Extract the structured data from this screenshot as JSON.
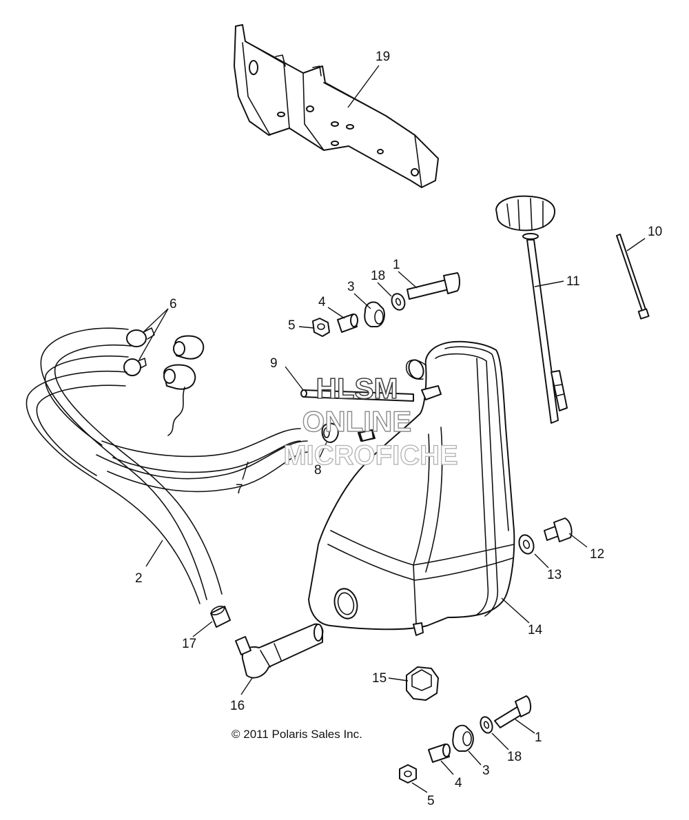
{
  "callouts": [
    "19",
    "10",
    "11",
    "1",
    "18",
    "3",
    "4",
    "5",
    "6",
    "9",
    "8",
    "7",
    "2",
    "12",
    "13",
    "14",
    "17",
    "16",
    "15",
    "1",
    "18",
    "3",
    "4",
    "5"
  ],
  "copyright": "© 2011 Polaris Sales Inc.",
  "watermark": {
    "line1": "HLSM",
    "line2": "ONLINE",
    "line3": "MICROFICHE"
  },
  "colors": {
    "line": "#111111",
    "background": "#ffffff",
    "watermark": "#9a9a9a"
  }
}
